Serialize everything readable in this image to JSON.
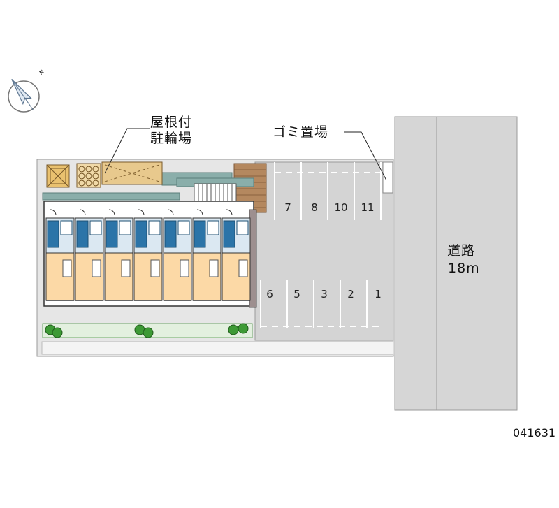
{
  "labels": {
    "roofed_bike_parking_line1": "屋根付",
    "roofed_bike_parking_line2": "駐輪場",
    "garbage_area": "ゴミ置場",
    "road_name": "道路",
    "road_width": "18m",
    "property_code": "041631",
    "compass_letter": "N"
  },
  "parking_spots_top": [
    "7",
    "8",
    "10",
    "11"
  ],
  "parking_spots_bottom": [
    "6",
    "5",
    "3",
    "2",
    "1"
  ],
  "colors": {
    "site_ground": "#e6e6e6",
    "parking_lot": "#d4d4d4",
    "road": "#d6d6d6",
    "unit_floor": "#fcd9a6",
    "unit_wet_area": "#2b74a8",
    "bike_shed": "#e8c98d",
    "greenery": "#3d9a35",
    "brick": "#a97b55",
    "path_teal": "#7ea5a3"
  }
}
